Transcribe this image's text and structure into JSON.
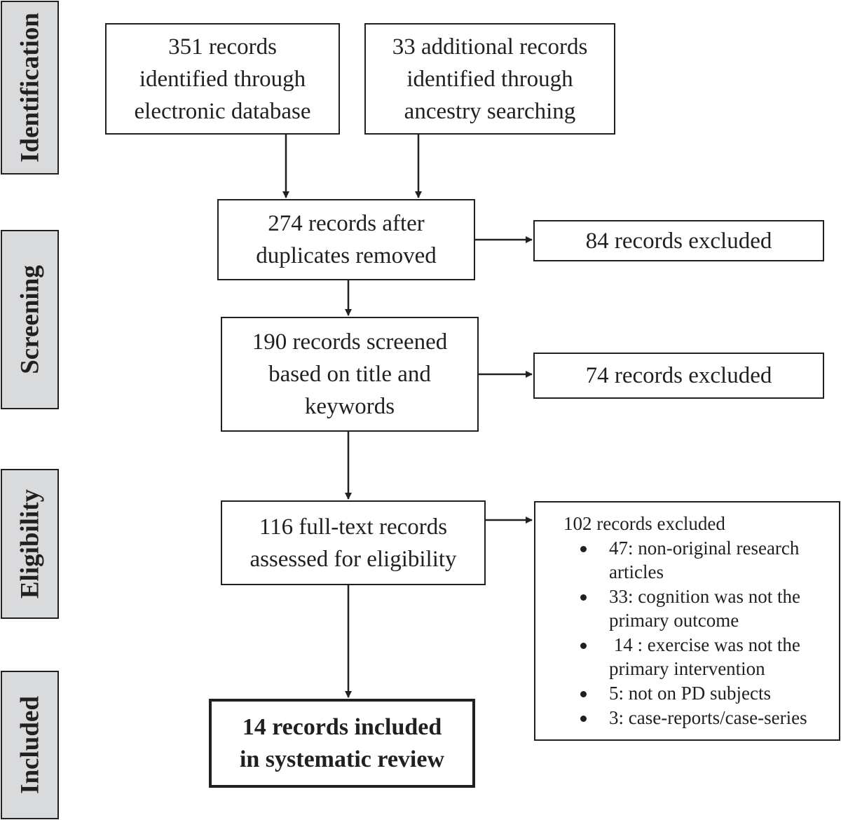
{
  "phases": {
    "identification": "Identification",
    "screening": "Screening",
    "eligibility": "Eligibility",
    "included": "Included"
  },
  "boxes": {
    "database": [
      "351 records",
      "identified through",
      "electronic database"
    ],
    "ancestry": [
      "33 additional records",
      "identified through",
      "ancestry searching"
    ],
    "after_duplicates": [
      "274 records after",
      "duplicates removed"
    ],
    "screened": [
      "190 records screened",
      "based on title and",
      "keywords"
    ],
    "full_text": [
      "116 full-text records",
      "assessed for eligibility"
    ],
    "included": [
      "14 records included",
      "in systematic review"
    ],
    "excluded_duplicates": "84 records excluded",
    "excluded_screening": "74 records excluded"
  },
  "eligibility_exclusions": {
    "header": "102  records excluded",
    "items": [
      [
        "47: non-original research",
        "articles"
      ],
      [
        "33: cognition was not the",
        "primary outcome"
      ],
      [
        " 14 : exercise was not the",
        "primary intervention"
      ],
      [
        "5: not on PD subjects"
      ],
      [
        "3: case-reports/case-series"
      ]
    ]
  }
}
